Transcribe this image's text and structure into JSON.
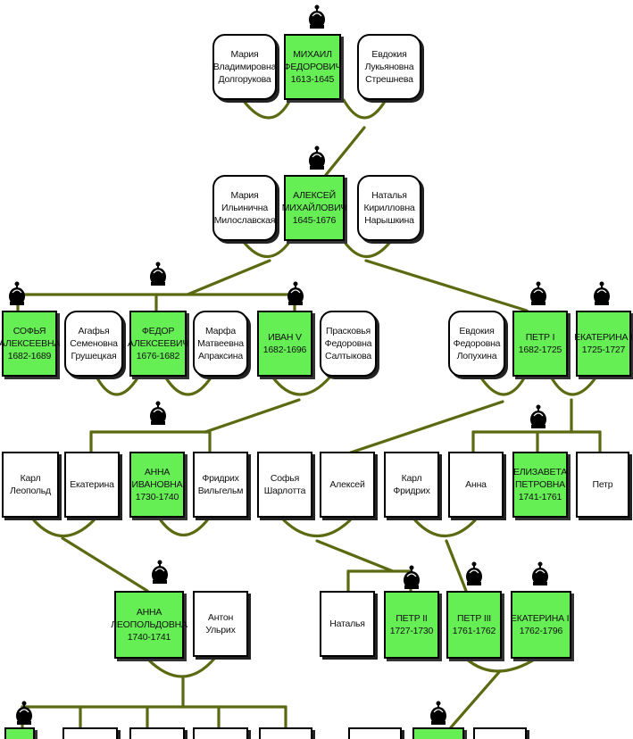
{
  "tree": {
    "gen1": {
      "wife_left": [
        "Мария",
        "Владимировна",
        "Долгорукова"
      ],
      "ruler": [
        "МИХАИЛ",
        "ФЕДОРОВИЧ",
        "1613-1645"
      ],
      "wife_right": [
        "Евдокия",
        "Лукьяновна",
        "Стрешнева"
      ]
    },
    "gen2": {
      "wife_left": [
        "Мария",
        "Ильинична",
        "Милославская"
      ],
      "ruler": [
        "АЛЕКСЕЙ",
        "МИХАЙЛОВИЧ",
        "1645-1676"
      ],
      "wife_right": [
        "Наталья",
        "Кирилловна",
        "Нарышкина"
      ]
    },
    "gen3": {
      "sofia": [
        "СОФЬЯ",
        "АЛЕКСЕЕВНА",
        "1682-1689"
      ],
      "agafia": [
        "Агафья",
        "Семеновна",
        "Грушецкая"
      ],
      "fedor": [
        "ФЕДОР",
        "АЛЕКСЕЕВИЧ",
        "1676-1682"
      ],
      "marfa": [
        "Марфа",
        "Матвеевна",
        "Апраксина"
      ],
      "ivan": [
        "ИВАН V",
        "1682-1696"
      ],
      "praskovia": [
        "Прасковья",
        "Федоровна",
        "Салтыкова"
      ],
      "evdokia": [
        "Евдокия",
        "Федоровна",
        "Лопухина"
      ],
      "petr1": [
        "ПЕТР I",
        "1682-1725"
      ],
      "ekaterina1": [
        "ЕКАТЕРИНА I",
        "1725-1727"
      ]
    },
    "gen4": {
      "karl_leopold": [
        "Карл",
        "Леопольд"
      ],
      "ekaterina": [
        "Екатерина"
      ],
      "anna_ivanovna": [
        "АННА",
        "ИВАНОВНА",
        "1730-1740"
      ],
      "fridrih": [
        "Фридрих",
        "Вильгельм"
      ],
      "sofia_sharlotta": [
        "Софья",
        "Шарлотта"
      ],
      "aleksei": [
        "Алексей"
      ],
      "karl_fridrih": [
        "Карл",
        "Фридрих"
      ],
      "anna": [
        "Анна"
      ],
      "elizaveta": [
        "ЕЛИЗАВЕТА",
        "ПЕТРОВНА",
        "1741-1761"
      ],
      "petr": [
        "Петр"
      ]
    },
    "gen5": {
      "anna_leopoldovna": [
        "АННА",
        "ЛЕОПОЛЬДОВНА",
        "1740-1741"
      ],
      "anton": [
        "Антон",
        "Ульрих"
      ],
      "natalia": [
        "Наталья"
      ],
      "petr2": [
        "ПЕТР II",
        "1727-1730"
      ],
      "petr3": [
        "ПЕТР III",
        "1761-1762"
      ],
      "ekaterina2": [
        "ЕКАТЕРИНА II",
        "1762-1796"
      ]
    }
  },
  "colors": {
    "ruler_fill": "#66ee55",
    "line": "#5a6a10",
    "border": "#000000"
  }
}
